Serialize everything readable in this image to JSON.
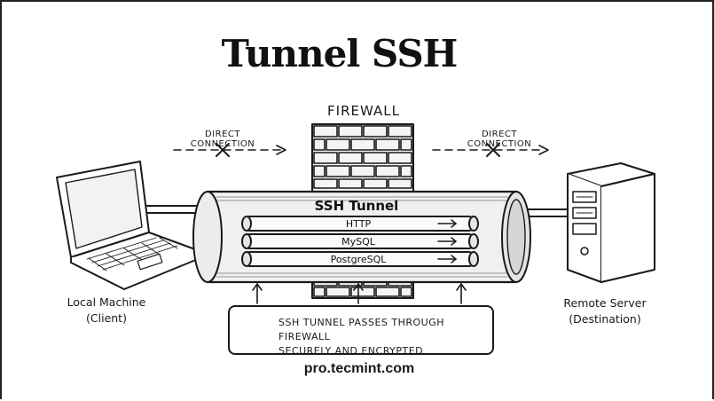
{
  "title": "Tunnel SSH",
  "firewall": {
    "label": "FIREWALL"
  },
  "direct_connection": {
    "left_label": "DIRECT CONNECTION",
    "right_label": "DIRECT CONNECTION"
  },
  "tunnel": {
    "label": "SSH Tunnel",
    "protocols": [
      "HTTP",
      "MySQL",
      "PostgreSQL"
    ]
  },
  "local_machine": {
    "name": "Local Machine",
    "role": "(Client)"
  },
  "remote_server": {
    "name": "Remote Server",
    "role": "(Destination)"
  },
  "note": {
    "line1": "SSH TUNNEL PASSES THROUGH FIREWALL",
    "line2": "SECURELY AND ENCRYPTED"
  },
  "footer": "pro.tecmint.com",
  "icons": [
    "laptop-icon",
    "server-icon",
    "lock-icon",
    "brick-wall-icon"
  ]
}
